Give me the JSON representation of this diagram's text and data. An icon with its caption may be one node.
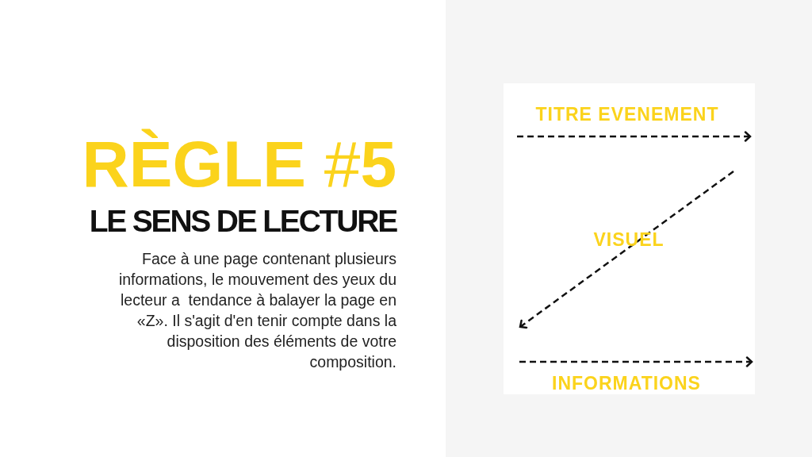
{
  "diagram": {
    "title": "**RÈGLE** #**5**",
    "nodes": [
      {
        "text": [
          "TITRE EVENEMENT",
          "VISUEL",
          "INFORMATIONS"
        ]
      }
    ],
    "labels": [
      "LE SENS DE LECTURE",
      "Face à une page contenant plusieurs informations, le mouvement des yeux du lecteur a  tendance à balayer la page en «Z». Il s'agit d'en tenir compte dans la disposition des éléments de votre composition."
    ]
  }
}
